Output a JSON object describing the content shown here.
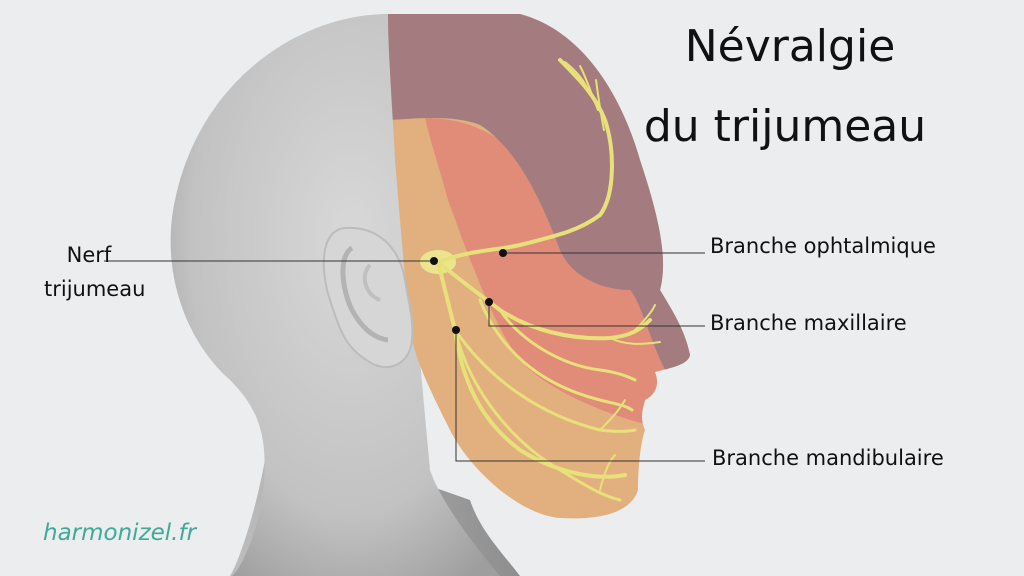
{
  "title": {
    "line1": "Névralgie",
    "line2": "du trijumeau"
  },
  "labels": {
    "nerf_line1": "Nerf",
    "nerf_line2": "trijumeau",
    "ophtalmique": "Branche ophtalmique",
    "maxillaire": "Branche maxillaire",
    "mandibulaire": "Branche mandibulaire"
  },
  "brand": "harmonizel.fr",
  "colors": {
    "background": "#ebedee",
    "head": "#c9c9c9",
    "zone_ophtalmique": "#a47c80",
    "zone_maxillaire": "#e08c78",
    "zone_mandibulaire": "#e2b07f",
    "nerve": "#e8e07a",
    "brand": "#3fa99a"
  }
}
